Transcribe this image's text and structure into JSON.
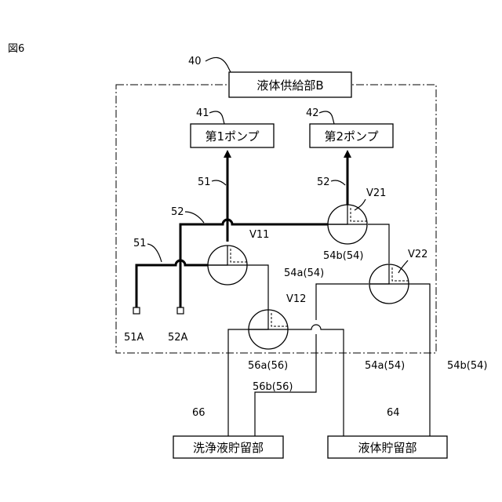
{
  "figure_label": "図6",
  "unit": {
    "ref": "40",
    "name": "液体供給部B"
  },
  "pumps": [
    {
      "ref": "41",
      "name": "第1ポンプ"
    },
    {
      "ref": "42",
      "name": "第2ポンプ"
    }
  ],
  "valves": [
    "V11",
    "V12",
    "V21",
    "V22"
  ],
  "line_labels": {
    "l51_upper": "51",
    "l52_upper": "52",
    "l52_left": "52",
    "l51_left": "51",
    "port_51a": "51A",
    "port_52a": "52A",
    "l54a_v11": "54a(54)",
    "l54b_v21": "54b(54)",
    "l56a": "56a(56)",
    "l56b": "56b(56)",
    "l54a_lower": "54a(54)",
    "l54b_lower": "54b(54)"
  },
  "tanks": [
    {
      "ref": "66",
      "name": "洗浄液貯留部"
    },
    {
      "ref": "64",
      "name": "液体貯留部"
    }
  ]
}
